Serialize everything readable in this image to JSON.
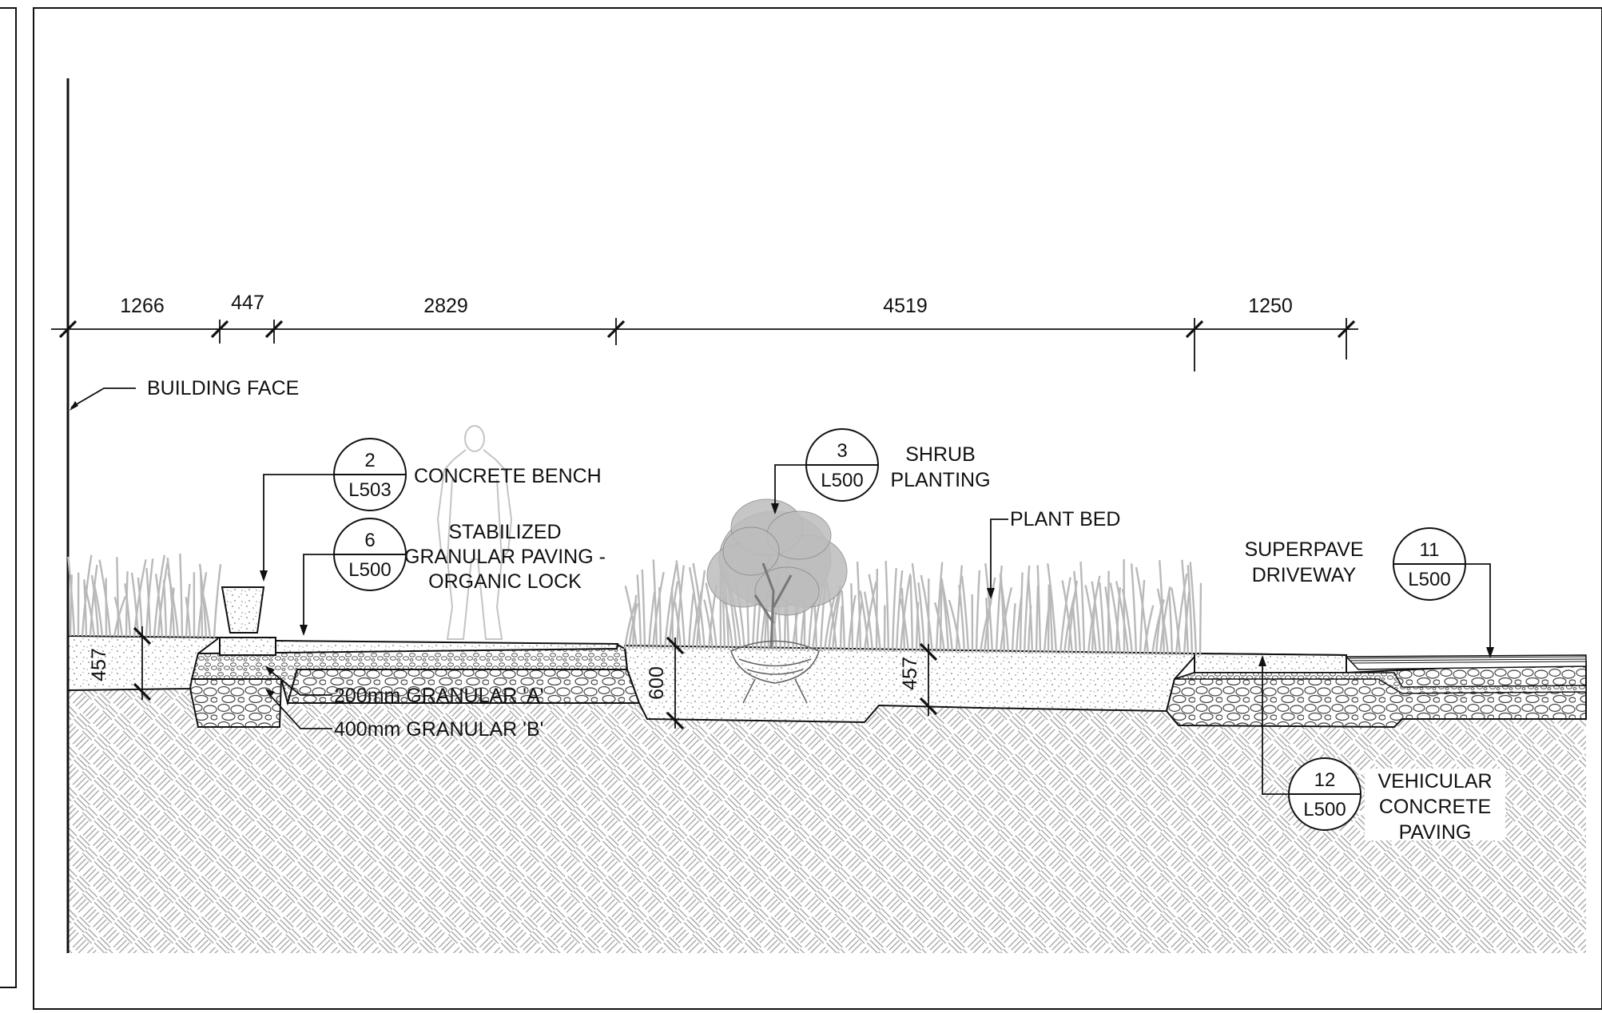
{
  "dimensions": {
    "horizontal": [
      "1266",
      "447",
      "2829",
      "4519",
      "1250"
    ],
    "depth_left": "457",
    "depth_swale": "600",
    "depth_planting": "457"
  },
  "labels": {
    "building_face": "BUILDING FACE",
    "concrete_bench": "CONCRETE BENCH",
    "stabilized_line1": "STABILIZED",
    "stabilized_line2": "GRANULAR PAVING -",
    "stabilized_line3": "ORGANIC LOCK",
    "granular_a": "200mm GRANULAR 'A'",
    "granular_b": "400mm GRANULAR 'B'",
    "shrub_line1": "SHRUB",
    "shrub_line2": "PLANTING",
    "plant_bed": "PLANT BED",
    "superpave_line1": "SUPERPAVE",
    "superpave_line2": "DRIVEWAY",
    "vehicular_line1": "VEHICULAR",
    "vehicular_line2": "CONCRETE",
    "vehicular_line3": "PAVING"
  },
  "callouts": {
    "bench": {
      "detail": "2",
      "sheet": "L503"
    },
    "paving": {
      "detail": "6",
      "sheet": "L500"
    },
    "shrub": {
      "detail": "3",
      "sheet": "L500"
    },
    "driveway": {
      "detail": "11",
      "sheet": "L500"
    },
    "vehicular": {
      "detail": "12",
      "sheet": "L500"
    }
  },
  "colors": {
    "line": "#111111",
    "vegetation": "#b9b9b9",
    "hatch": "#9a9a9a"
  }
}
